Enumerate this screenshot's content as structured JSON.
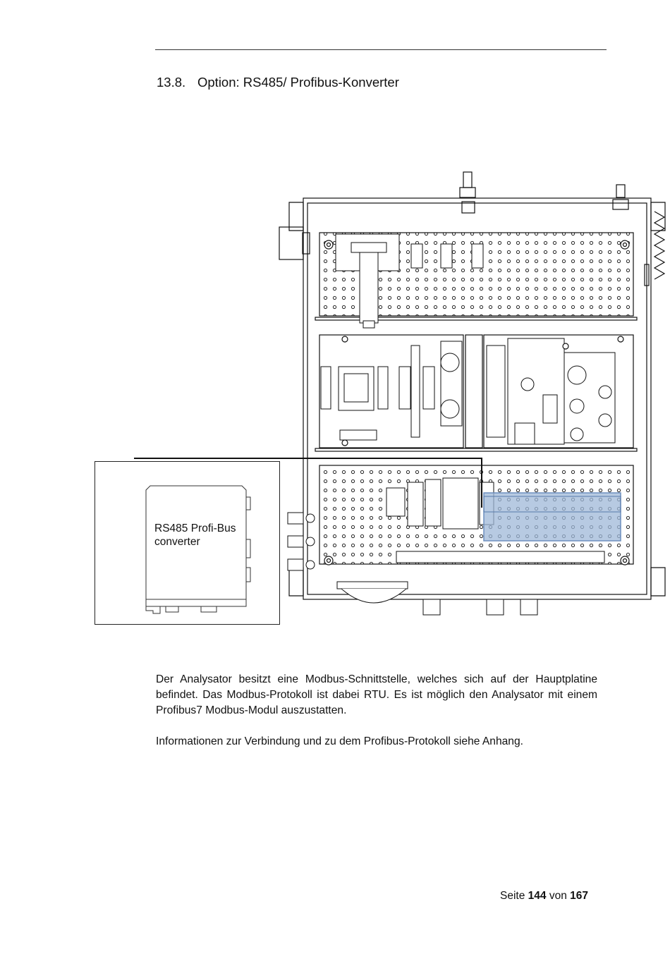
{
  "section": {
    "number": "13.8.",
    "title": "Option: RS485/ Profibus-Konverter"
  },
  "figure": {
    "callout_label_line1": "RS485 Profi-Bus",
    "callout_label_line2": "converter",
    "highlight_color": "#9fb8d8"
  },
  "body": {
    "paragraph1": "Der Analysator besitzt eine Modbus-Schnittstelle, welches sich auf der Hauptplatine befindet. Das Modbus-Protokoll ist dabei RTU. Es ist möglich den Analysator mit einem Profibus7 Modbus-Modul auszustatten.",
    "paragraph2": "Informationen zur Verbindung und zu dem Profibus-Protokoll siehe Anhang."
  },
  "footer": {
    "prefix": "Seite",
    "page": "144",
    "middle": "von",
    "total": "167"
  }
}
